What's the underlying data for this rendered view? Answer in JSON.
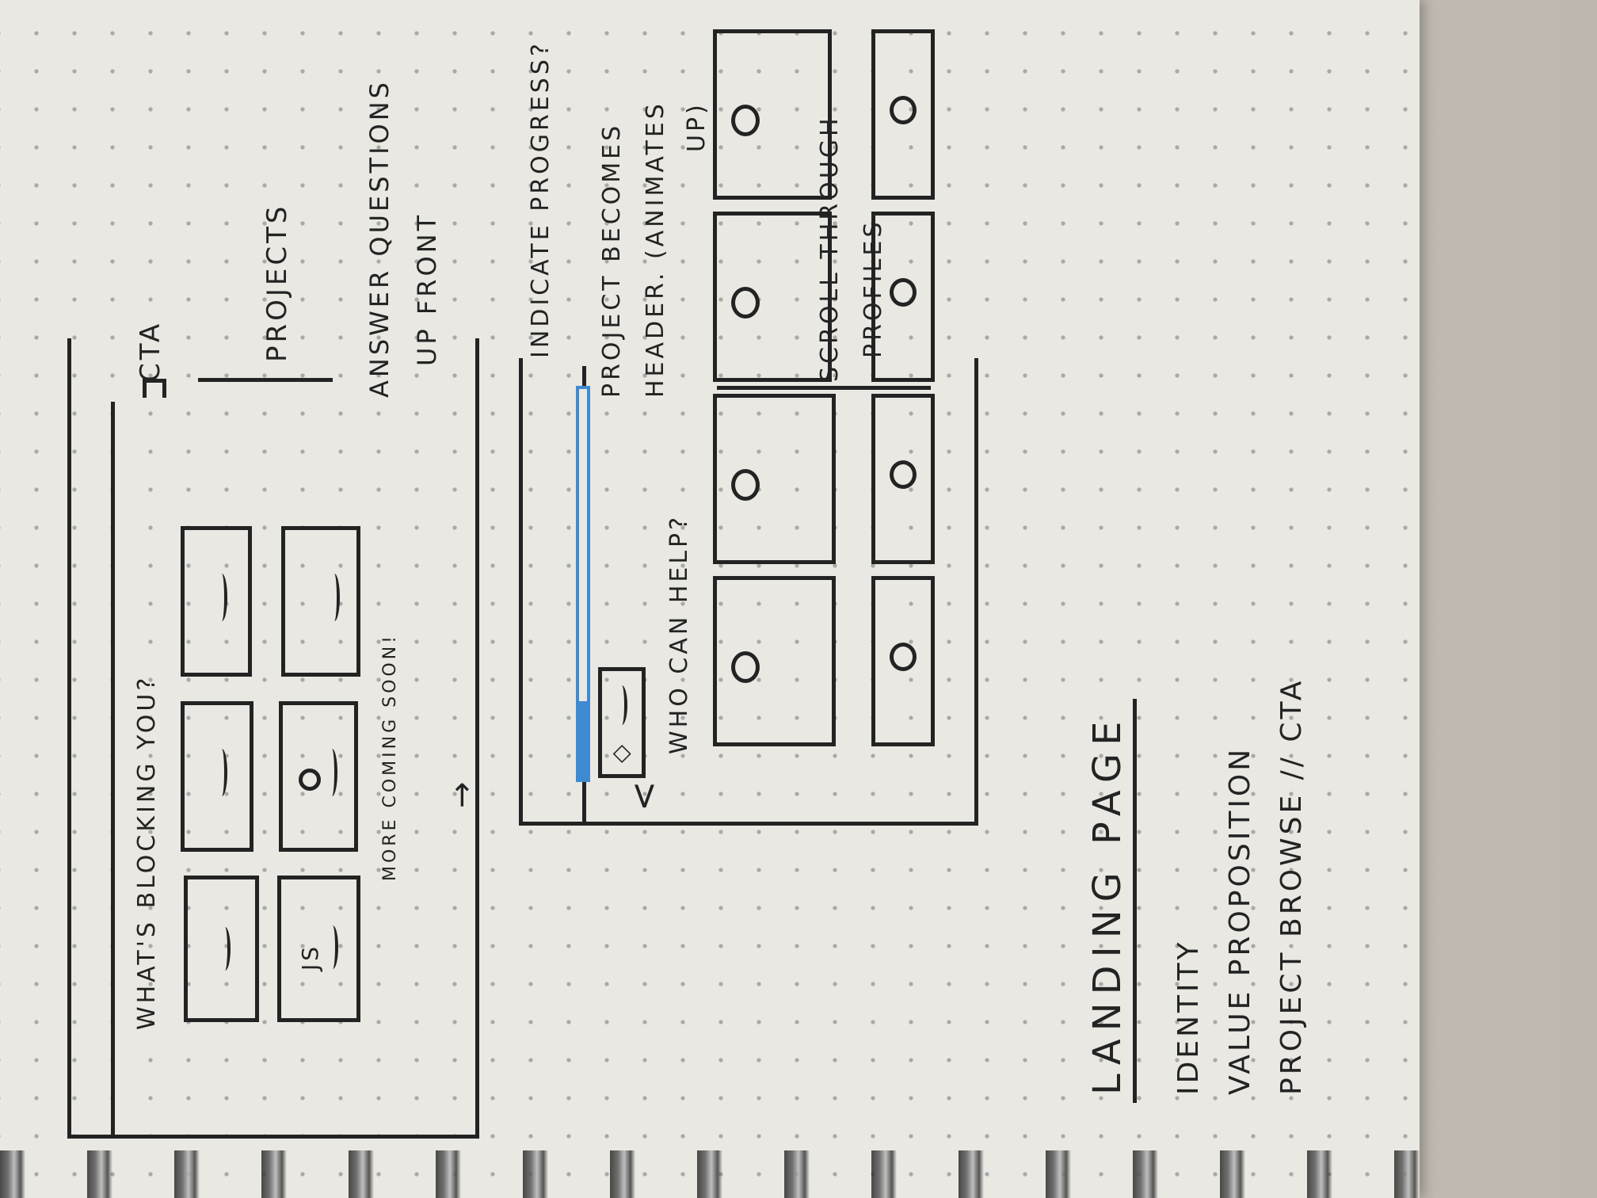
{
  "photo": {
    "subject": "notebook-sketch",
    "ink_color": "#232323",
    "accent_color": "#3f8ad1"
  },
  "sketch1": {
    "question": "WHAT'S BLOCKING YOU?",
    "more": "MORE COMING SOON!",
    "icons": [
      "JS"
    ]
  },
  "annotations": {
    "cta": "CTA",
    "projects": "PROJECTS",
    "answer_line1": "ANSWER QUESTIONS",
    "answer_line2": "UP FRONT",
    "indicate": "INDICATE PROGRESS?",
    "project_line1": "PROJECT BECOMES",
    "project_line2": "HEADER. (ANIMATES",
    "project_line3": "UP)",
    "scroll_line1": "SCROLL THROUGH",
    "scroll_line2": "PROFILES"
  },
  "sketch2": {
    "back": "<",
    "question": "WHO CAN HELP?",
    "progress": 0.2
  },
  "notes": {
    "title": "LANDING PAGE",
    "bullets": [
      "IDENTITY",
      "VALUE PROPOSITION",
      "PROJECT BROWSE // CTA"
    ]
  }
}
